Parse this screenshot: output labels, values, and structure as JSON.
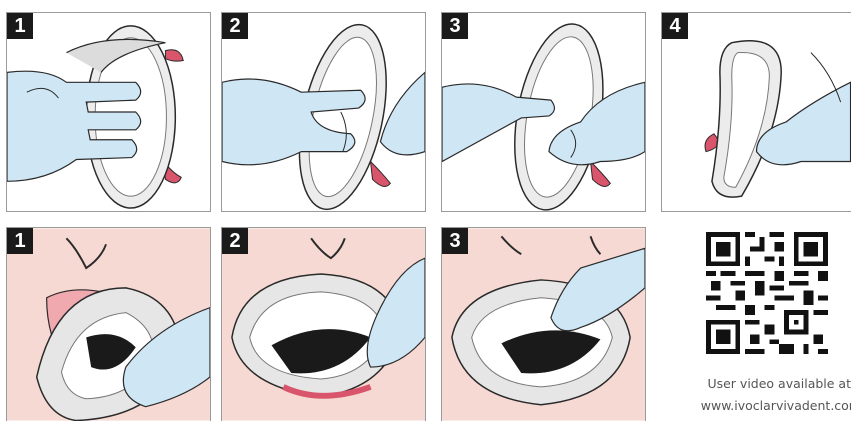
{
  "top_row": {
    "steps": [
      {
        "number": "1"
      },
      {
        "number": "2"
      },
      {
        "number": "3"
      },
      {
        "number": "4"
      }
    ]
  },
  "bottom_row": {
    "steps": [
      {
        "number": "1"
      },
      {
        "number": "2"
      },
      {
        "number": "3"
      }
    ]
  },
  "video": {
    "line1": "User video available at",
    "line2": "www.ivoclarvivadent.com"
  },
  "colors": {
    "glove": "#cfe6f5",
    "glove_outline": "#2a2a2a",
    "retractor_rim": "#dcdcdc",
    "tab_red": "#d9556b",
    "skin": "#f6d9d2",
    "lip": "#f0a9ae"
  }
}
